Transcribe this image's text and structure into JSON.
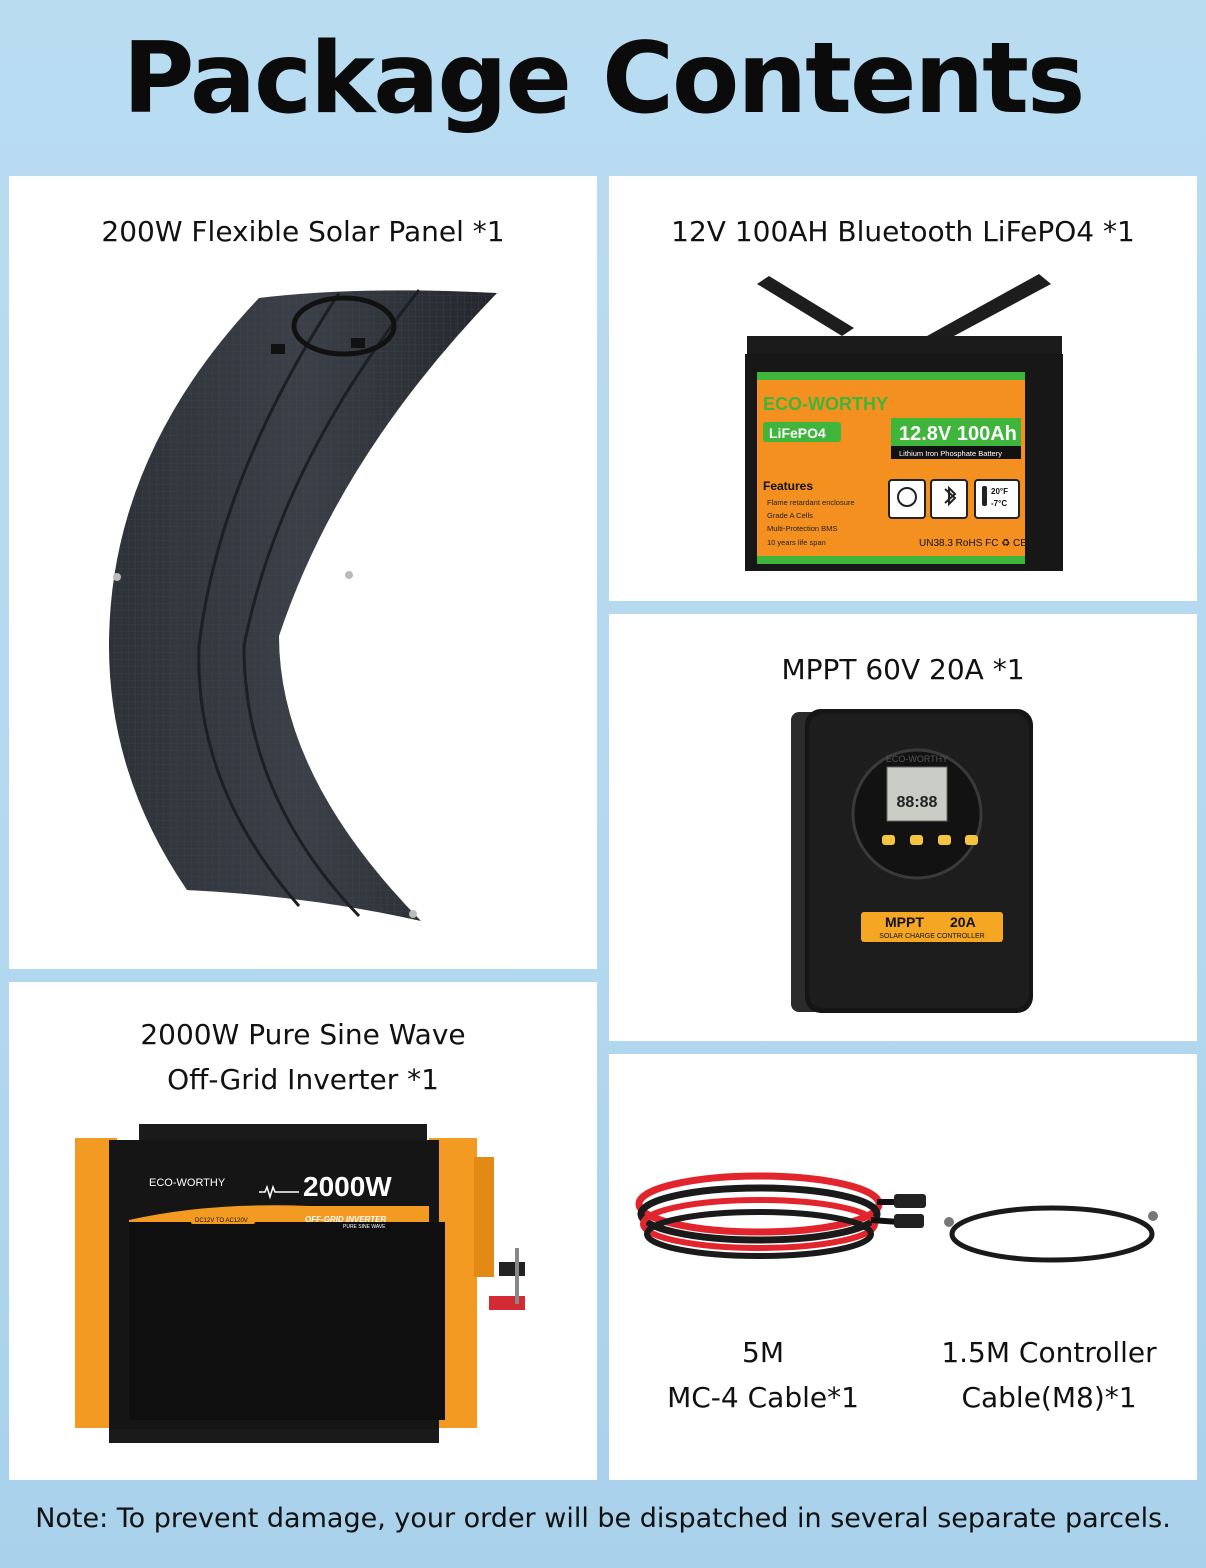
{
  "page": {
    "title": "Package Contents"
  },
  "items": [
    {
      "caption": "200W Flexible Solar Panel *1"
    },
    {
      "caption": "12V 100AH Bluetooth LiFePO4 *1"
    },
    {
      "caption": "MPPT 60V 20A *1"
    },
    {
      "caption_line1": "2000W Pure Sine Wave",
      "caption_line2": "Off-Grid Inverter *1"
    },
    {
      "caption_line1": "5M",
      "caption_line2": "MC-4 Cable*1"
    },
    {
      "caption_line1": "1.5M Controller",
      "caption_line2": "Cable(M8)*1"
    }
  ],
  "battery": {
    "brand": "ECO-WORTHY",
    "chem": "LiFePO4",
    "rating": "12.8V 100Ah",
    "subtitle": "Lithium Iron Phosphate Battery",
    "features_title": "Features",
    "features": [
      "Flame retardant enclosure",
      "Grade A Cells",
      "Multi-Protection BMS",
      "10 years life span"
    ],
    "temp_high": "20°F",
    "temp_low": "-7°C",
    "certs": "UN38.3 RoHS FC ♻ CE"
  },
  "controller": {
    "brand": "ECO-WORTHY",
    "lcd": "88:88",
    "badge_left": "MPPT",
    "badge_right": "20A",
    "badge_sub": "SOLAR CHARGE CONTROLLER"
  },
  "inverter": {
    "brand": "ECO-WORTHY",
    "power": "2000W",
    "model": "OFF-GRID INVERTER",
    "model_sub": "PURE SINE WAVE",
    "io": "DC12V TO AC120V"
  },
  "note": "Note: To prevent damage, your order will be dispatched in several separate parcels.",
  "colors": {
    "background": "#b9dcf1",
    "battery_orange": "#f3901f",
    "battery_green": "#3fb53b",
    "inverter_orange": "#f39a22"
  }
}
